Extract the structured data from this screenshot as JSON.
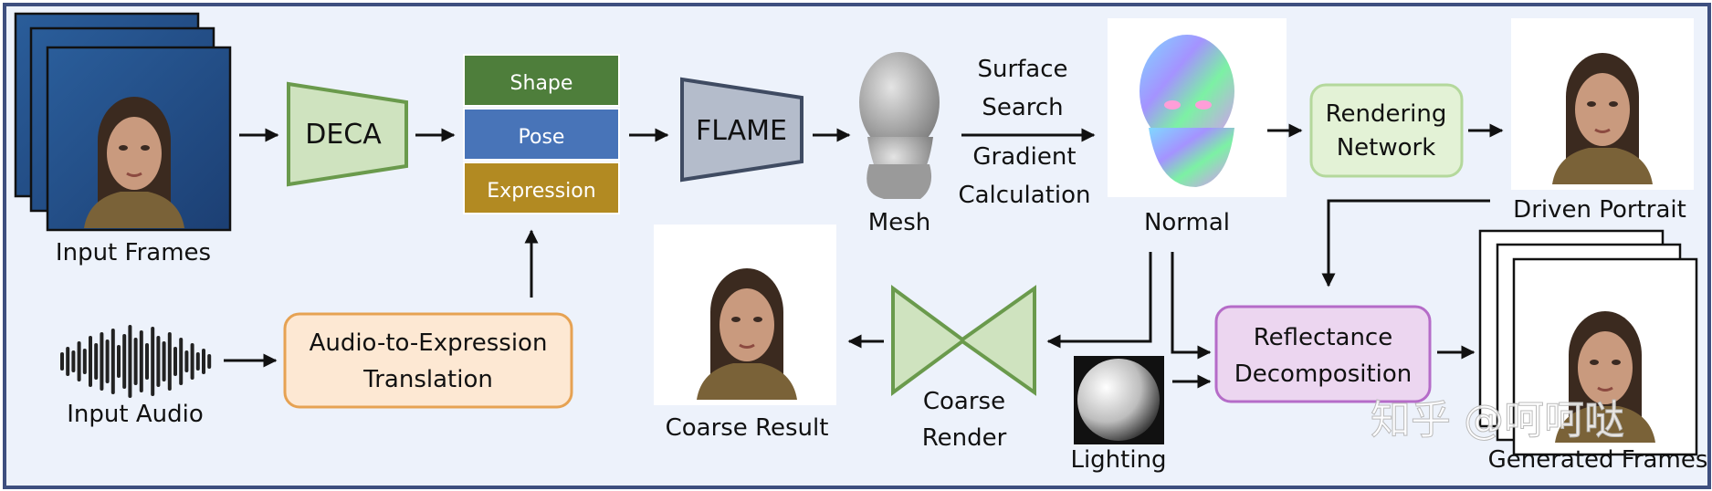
{
  "colors": {
    "border": "#3e4f7f",
    "background": "#edf2fb",
    "deca_green": "#cfe3bf",
    "deca_stroke": "#6a9a4c",
    "flame_fill": "#b4bccb",
    "flame_stroke": "#3f4b62",
    "shape_green": "#4e7e3b",
    "pose_blue": "#4874b8",
    "expression_gold": "#b28a22",
    "rendering_fill": "#e3f2d6",
    "a2e_fill": "#fde8d3",
    "a2e_stroke": "#e6a253",
    "reflect_fill": "#ecd6f0",
    "reflect_stroke": "#b56cc8"
  },
  "inputs": {
    "frames_label": "Input Frames",
    "audio_label": "Input Audio"
  },
  "modules": {
    "deca": "DECA",
    "flame": "FLAME",
    "rendering_network": [
      "Rendering",
      "Network"
    ],
    "audio_to_expression": [
      "Audio-to-Expression",
      "Translation"
    ],
    "reflectance_decomposition": [
      "Reflectance",
      "Decomposition"
    ],
    "coarse_render": [
      "Coarse",
      "Render"
    ]
  },
  "attributes": {
    "shape": "Shape",
    "pose": "Pose",
    "expression": "Expression"
  },
  "steps": {
    "surface_search": [
      "Surface",
      "Search"
    ],
    "gradient_calculation": [
      "Gradient",
      "Calculation"
    ]
  },
  "outputs": {
    "mesh": "Mesh",
    "normal": "Normal",
    "driven_portrait": "Driven Portrait",
    "coarse_result": "Coarse Result",
    "lighting": "Lighting",
    "generated_frames": "Generated Frames"
  },
  "watermark": "知乎 @呵呵哒"
}
